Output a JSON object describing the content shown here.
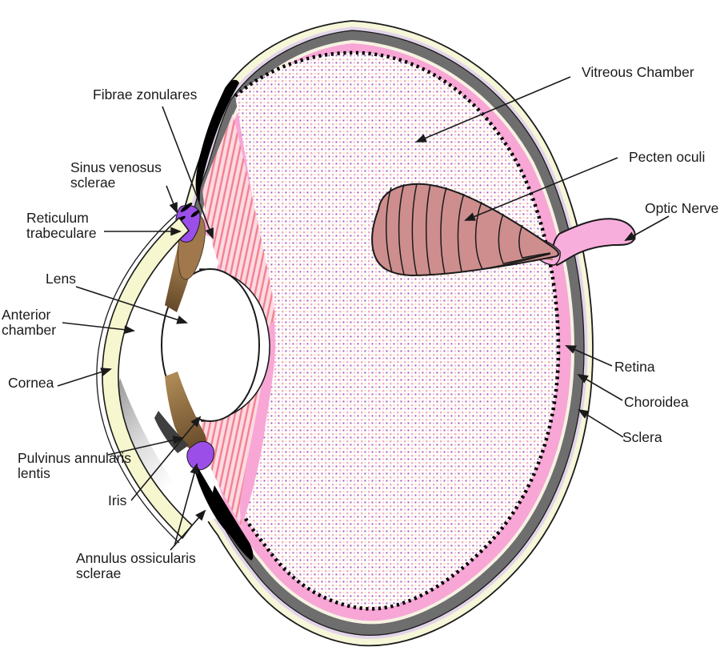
{
  "figure": {
    "kind": "anatomical cross-section diagram of an eye"
  },
  "labels": {
    "fibrae_zonulares": {
      "text": "Fibrae zonulares"
    },
    "sinus_venosus_sclerae": {
      "line1": "Sinus venosus",
      "line2": "sclerae"
    },
    "reticulum_trabeculare": {
      "line1": "Reticulum",
      "line2": "trabeculare"
    },
    "lens": {
      "text": "Lens"
    },
    "anterior_chamber": {
      "line1": "Anterior",
      "line2": "chamber"
    },
    "cornea": {
      "text": "Cornea"
    },
    "pulvinus_annularis_lentis": {
      "line1": "Pulvinus annularis",
      "line2": "lentis"
    },
    "iris": {
      "text": "Iris"
    },
    "annulus_ossicularis_sclerae": {
      "line1": "Annulus ossicularis",
      "line2": "sclerae"
    },
    "vitreous_chamber": {
      "text": "Vitreous Chamber"
    },
    "pecten_oculi": {
      "text": "Pecten oculi"
    },
    "optic_nerve": {
      "text": "Optic Nerve"
    },
    "retina": {
      "text": "Retina"
    },
    "choroidea": {
      "text": "Choroidea"
    },
    "sclera": {
      "text": "Sclera"
    }
  },
  "colors": {
    "background": "#ffffff",
    "sclera_cream": "#F6F6D9",
    "cornea_pale_yellow": "#F6F6CF",
    "choroid_gray": "#6E6E6E",
    "suprachoroid_lavender": "#E2D4EA",
    "retina_pink": "#F7A6D6",
    "vitreous_dot_pink": "#F2AACB",
    "vitreous_dot_purple": "#9A4BB5",
    "vitreous_dot_cream": "#F6E3B8",
    "pecten_rose": "#CE8E8E",
    "optic_nerve_pink": "#F8AEDC",
    "zonule_bg_pink": "#FCDAE3",
    "zonule_stripe_red": "#F2808E",
    "iris_brown_light": "#B5905A",
    "iris_brown_dark": "#5E4224",
    "trabecular_purple": "#9B4FE8",
    "ossicle_black": "#000000",
    "outline_black": "#1a1a1a"
  }
}
